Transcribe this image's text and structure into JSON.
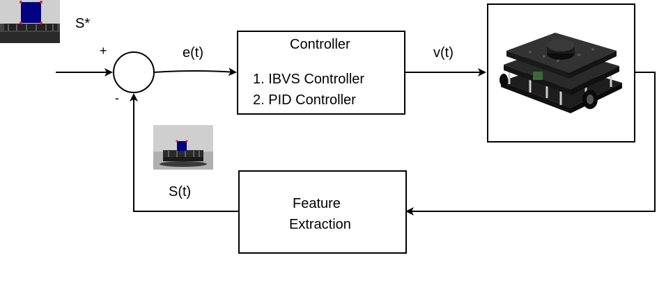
{
  "reference": {
    "label": "S*"
  },
  "summing_junction": {
    "plus": "+",
    "minus": "-"
  },
  "error_signal": {
    "label": "e(t)"
  },
  "controller": {
    "title": "Controller",
    "items": [
      "1. IBVS Controller",
      "2.  PID Controller"
    ]
  },
  "velocity_signal": {
    "label": "v(t)"
  },
  "robot": {
    "icon": "turtlebot-robot-image"
  },
  "feature_extraction": {
    "line1": "Feature",
    "line2": "Extraction"
  },
  "feedback_signal": {
    "label": "S(t)"
  },
  "colors": {
    "target_square": "#000080",
    "feature_point": "#e02020",
    "background_gray": "#c9c9c9"
  }
}
